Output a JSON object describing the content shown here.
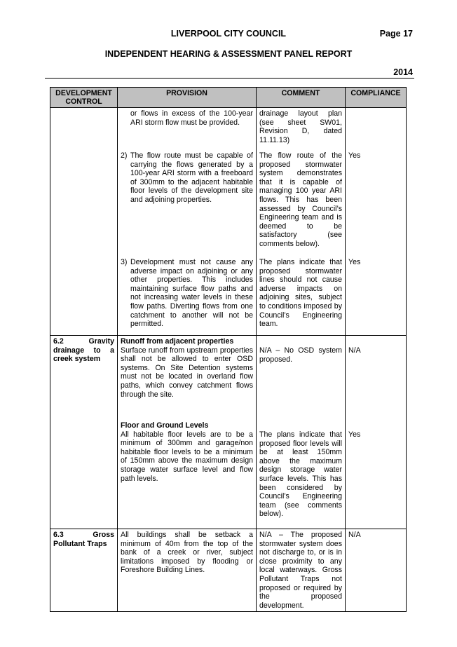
{
  "header": {
    "council": "LIVERPOOL CITY COUNCIL",
    "page": "Page 17",
    "report": "INDEPENDENT HEARING & ASSESSMENT PANEL REPORT",
    "year": "2014"
  },
  "table": {
    "columns": [
      "DEVELOPMENT CONTROL",
      "PROVISION",
      "COMMENT",
      "COMPLIANCE"
    ],
    "rows": [
      {
        "control": "",
        "provision_num": "",
        "provision_title": "",
        "provision": "or flows in excess of the 100-year ARI storm flow must be provided.",
        "comment": "drainage layout plan (see sheet SW01, Revision D, dated 11.11.13)",
        "compliance": ""
      },
      {
        "control": "",
        "provision_num": "2)",
        "provision_title": "",
        "provision": "The flow route must be capable of carrying the flows generated by a 100-year ARI storm with a freeboard of 300mm to the adjacent habitable floor levels of the development site and adjoining properties.",
        "comment": "The flow route of the proposed stormwater system demonstrates that it is capable of managing 100 year ARI flows. This has been assessed by Council’s Engineering team and is deemed to be satisfactory (see comments below).",
        "compliance": "Yes"
      },
      {
        "control": "",
        "provision_num": "3)",
        "provision_title": "",
        "provision": "Development must not cause any adverse impact on adjoining or any other properties. This includes maintaining surface flow paths and not increasing water levels in these flow paths. Diverting flows from one catchment to another will not be permitted.",
        "comment": "The plans indicate that proposed stormwater lines should not cause adverse impacts on adjoining sites, subject to conditions imposed by Council’s Engineering team.",
        "compliance": "Yes"
      },
      {
        "control": "6.2 Gravity drainage to a creek system",
        "provision_num": "",
        "provision_title": "Runoff from adjacent properties",
        "provision": "Surface runoff from upstream properties shall not be allowed to enter OSD systems. On Site Detention systems must not be located in overland flow paths, which convey catchment flows through the site.",
        "comment": "N/A – No OSD system proposed.",
        "compliance": "N/A"
      },
      {
        "control": "",
        "provision_num": "",
        "provision_title": "Floor and Ground Levels",
        "provision": "All habitable floor levels are to be a minimum of 300mm and garage/non habitable floor levels to be a minimum of 150mm above the maximum design storage water surface level and flow path levels.",
        "comment": "The plans indicate that proposed floor levels will be at least 150mm above the maximum design storage water surface levels. This has been considered by Council’s Engineering team (see comments below).",
        "compliance": "Yes"
      },
      {
        "control": "6.3 Gross Pollutant Traps",
        "provision_num": "",
        "provision_title": "",
        "provision": "All buildings shall be setback a minimum of 40m from the top of the bank of a creek or river, subject limitations imposed by flooding or Foreshore Building Lines.",
        "comment": "N/A – The proposed stormwater system does not discharge to, or is in close proximity to any local waterways. Gross Pollutant Traps not proposed or required by the proposed development.",
        "compliance": "N/A"
      }
    ]
  }
}
